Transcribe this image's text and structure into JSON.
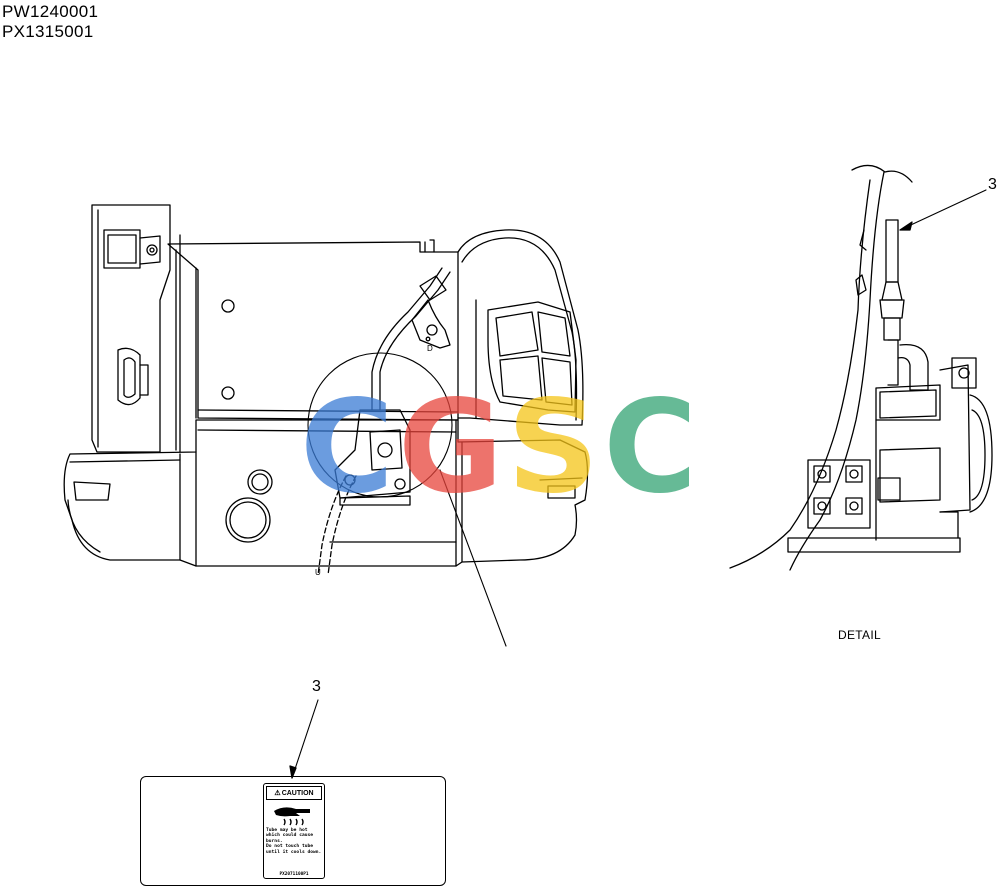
{
  "header": {
    "part_codes": [
      "PW1240001",
      "PX1315001"
    ]
  },
  "callouts": {
    "detail_item": "3",
    "label_item": "3"
  },
  "detail": {
    "label": "DETAIL"
  },
  "small_letters": {
    "top": "D",
    "bottom": "U"
  },
  "watermark": {
    "text": "CGSC",
    "colors": [
      "#3a7bd5",
      "#e8453c",
      "#f5c518",
      "#33a474"
    ]
  },
  "caution_label": {
    "heading": "CAUTION",
    "message": "Tube may be hot\nwhich could cause\nburns.\nDo not touch tube\nuntil it cools down.",
    "code": "PX2071100P1"
  }
}
